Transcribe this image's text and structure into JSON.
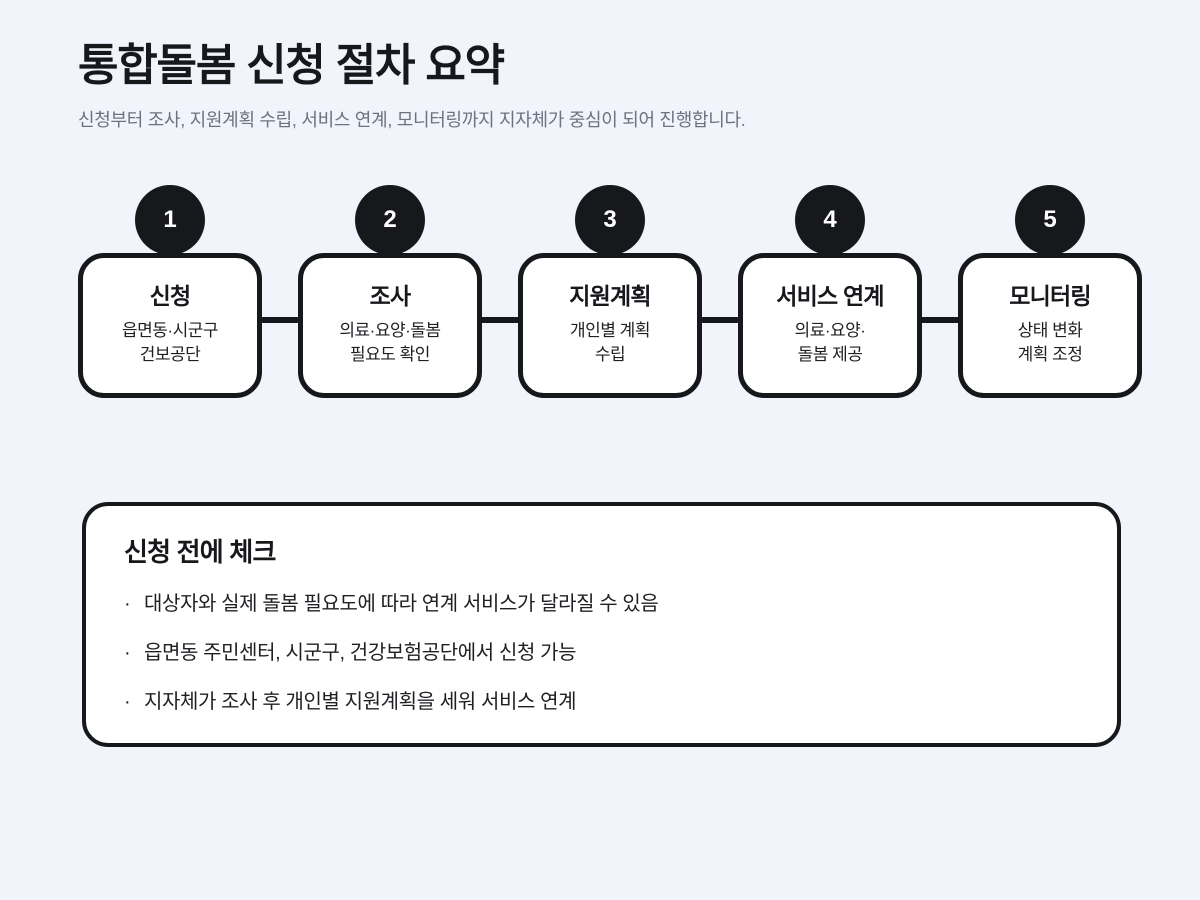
{
  "header": {
    "title": "통합돌봄 신청 절차 요약",
    "subtitle": "신청부터 조사, 지원계획 수립, 서비스 연계, 모니터링까지 지자체가 중심이 되어 진행합니다."
  },
  "colors": {
    "background": "#f1f5fb",
    "ink": "#17181c",
    "card": "#ffffff",
    "muted": "#6b7280"
  },
  "flow": {
    "steps": [
      {
        "number": "1",
        "title": "신청",
        "desc_line1": "읍면동·시군구",
        "desc_line2": "건보공단"
      },
      {
        "number": "2",
        "title": "조사",
        "desc_line1": "의료·요양·돌봄",
        "desc_line2": "필요도 확인"
      },
      {
        "number": "3",
        "title": "지원계획",
        "desc_line1": "개인별 계획",
        "desc_line2": "수립"
      },
      {
        "number": "4",
        "title": "서비스 연계",
        "desc_line1": "의료·요양·",
        "desc_line2": "돌봄 제공"
      },
      {
        "number": "5",
        "title": "모니터링",
        "desc_line1": "상태 변화",
        "desc_line2": "계획 조정"
      }
    ]
  },
  "notes": {
    "title": "신청 전에 체크",
    "bullet_glyph": "·",
    "items": [
      "대상자와 실제 돌봄 필요도에 따라 연계 서비스가 달라질 수 있음",
      "읍면동 주민센터, 시군구, 건강보험공단에서 신청 가능",
      "지자체가 조사 후 개인별 지원계획을 세워 서비스 연계"
    ]
  }
}
